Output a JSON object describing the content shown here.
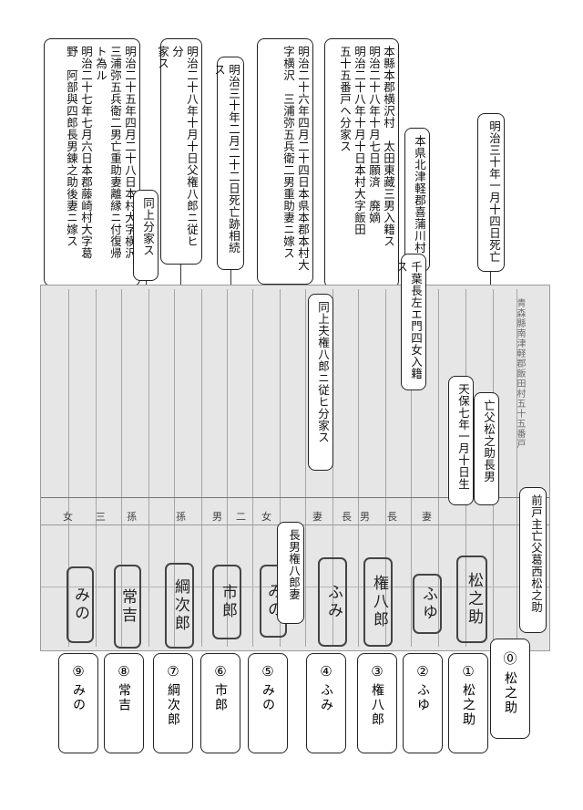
{
  "annotations_top": [
    {
      "lines": [
        "明治二十五年四月二十八日本村大字横沢",
        "三浦弥五兵衛二男亡重助妻離縁ニ付復帰",
        "ト為ル",
        "明治二十七年七月六日本郡藤崎村大字葛",
        "野　阿部與四郎長男錬之助後妻ニ嫁ス"
      ]
    },
    {
      "lines": [
        "明治二十八年十月十日父権八郎ニ従ヒ分",
        "家ス"
      ]
    },
    {
      "lines": [
        "同上分家ス"
      ]
    },
    {
      "lines": [
        "明治三十年二月二十二日死亡跡相続ス"
      ]
    },
    {
      "lines": [
        "明治二十六年四月二十四日本県本郡本村大",
        "字横沢　三浦弥五兵衛二男重助妻ニ嫁ス"
      ]
    },
    {
      "lines": [
        "本縣本郡横沢村　太田東藏三男入籍ス",
        "明治二十八年十月七日願済　廃嫡",
        "明治二十八年十月十日本村大字飯田",
        "五十五番戸ヘ分家ス"
      ]
    },
    {
      "lines": [
        "本県北津軽郡喜蒲川村"
      ]
    },
    {
      "lines": [
        "明治三十年一月十四日死亡"
      ]
    }
  ],
  "annotations_mid": [
    {
      "lines": [
        "同上夫権八郎ニ従ヒ分家ス"
      ]
    },
    {
      "lines": [
        "千葉長左エ門四女入籍ス"
      ]
    },
    {
      "lines": [
        "天保七年一月十日生"
      ]
    },
    {
      "lines": [
        "亡父松之助長男"
      ]
    },
    {
      "lines": [
        "前戸主亡父葛西松之助"
      ]
    },
    {
      "lines": [
        "長男権八郎妻"
      ]
    }
  ],
  "register": {
    "header_text": "青森縣南津軽郡飯田村五十五番戸",
    "column_headers": [
      "女",
      "三",
      "孫",
      "孫",
      "男",
      "二",
      "女",
      "妻",
      "長",
      "男",
      "長",
      "妻"
    ],
    "handwritten_names": [
      "みの",
      "常吉",
      "綱次郎",
      "市郎",
      "みの",
      "ふみ",
      "権八郎",
      "ふゆ",
      "松之助"
    ]
  },
  "persons": [
    {
      "num": "⓪",
      "name": "松之助"
    },
    {
      "num": "①",
      "name": "松之助"
    },
    {
      "num": "②",
      "name": "ふゆ"
    },
    {
      "num": "③",
      "name": "権八郎"
    },
    {
      "num": "④",
      "name": "ふみ"
    },
    {
      "num": "⑤",
      "name": "みの"
    },
    {
      "num": "⑥",
      "name": "市郎"
    },
    {
      "num": "⑦",
      "name": "綱次郎"
    },
    {
      "num": "⑧",
      "name": "常吉"
    },
    {
      "num": "⑨",
      "name": "みの"
    }
  ]
}
